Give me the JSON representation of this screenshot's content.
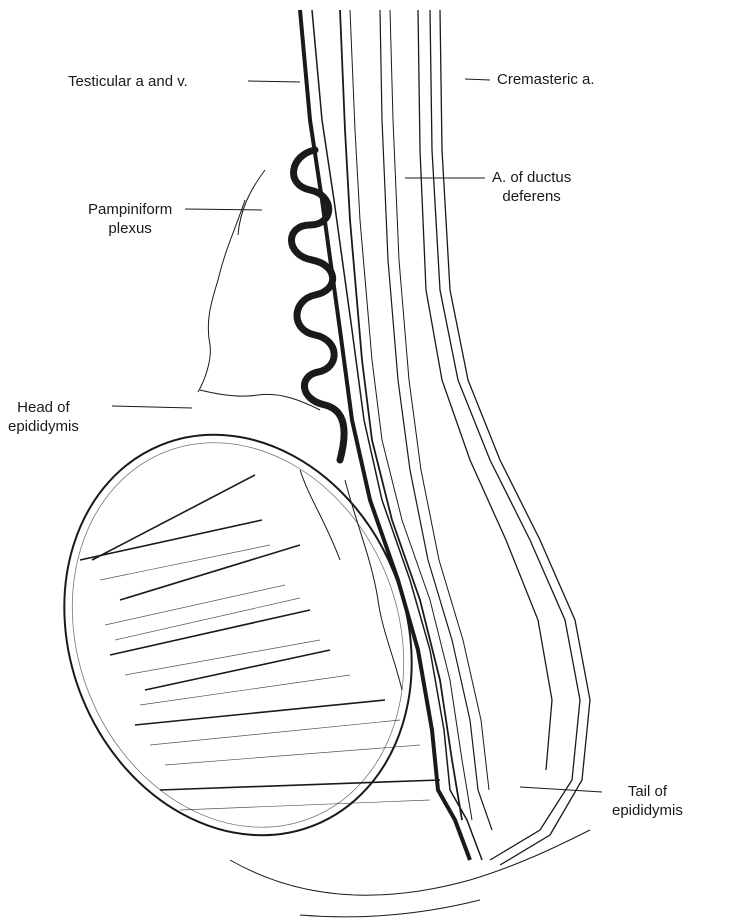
{
  "colors": {
    "ink": "#1a1a1a",
    "background": "#ffffff"
  },
  "labels": {
    "testicular": "Testicular a and v.",
    "cremasteric": "Cremasteric a.",
    "ductus_line1": "A. of ductus",
    "ductus_line2": "deferens",
    "pampiniform_line1": "Pampiniform",
    "pampiniform_line2": "plexus",
    "head_line1": "Head of",
    "head_line2": "epididymis",
    "tail_line1": "Tail of",
    "tail_line2": "epididymis"
  }
}
